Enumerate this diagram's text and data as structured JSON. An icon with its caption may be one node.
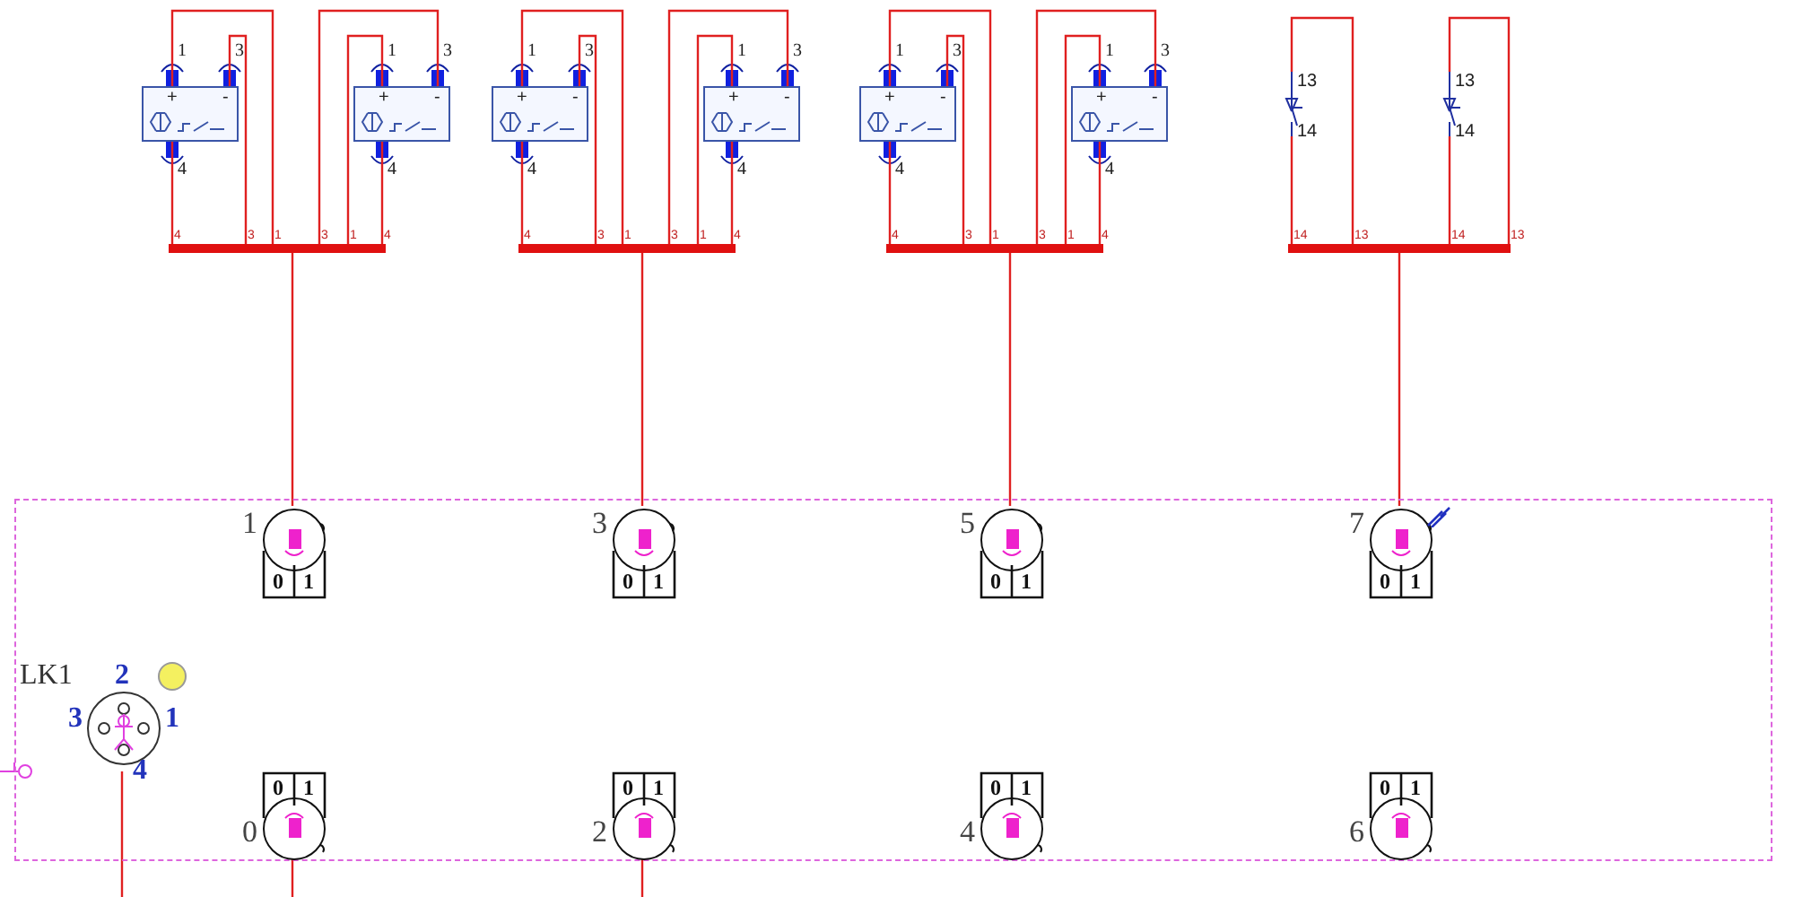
{
  "diagram": {
    "nodes": [
      {
        "text": [
          "+",
          "-"
        ],
        "beside": [
          "1",
          "3",
          "4"
        ]
      },
      {
        "text": [
          "+",
          "-"
        ],
        "beside": [
          "1",
          "3",
          "4"
        ]
      },
      {
        "text": [
          "+",
          "-"
        ],
        "beside": [
          "1",
          "3",
          "4"
        ]
      },
      {
        "text": [
          "+",
          "-"
        ],
        "beside": [
          "1",
          "3",
          "4"
        ]
      },
      {
        "text": [
          "+",
          "-"
        ],
        "beside": [
          "1",
          "3",
          "4"
        ]
      },
      {
        "text": [
          "+",
          "-"
        ],
        "beside": [
          "1",
          "3",
          "4"
        ]
      },
      {
        "text": [],
        "shape": "switch",
        "beside": [
          "13",
          "14"
        ]
      },
      {
        "text": [],
        "shape": "switch",
        "beside": [
          "13",
          "14"
        ]
      },
      {
        "text": [],
        "shape": "bar",
        "beside": [
          "4",
          "3",
          "1",
          "3",
          "1",
          "4"
        ]
      },
      {
        "text": [],
        "shape": "bar",
        "beside": [
          "4",
          "3",
          "1",
          "3",
          "1",
          "4"
        ]
      },
      {
        "text": [],
        "shape": "bar",
        "beside": [
          "4",
          "3",
          "1",
          "3",
          "1",
          "4"
        ]
      },
      {
        "text": [],
        "shape": "bar",
        "beside": [
          "14",
          "13",
          "14",
          "13"
        ]
      },
      {
        "text": [],
        "shape": "box"
      },
      {
        "text": [
          "0",
          "1"
        ],
        "beside": [
          "1"
        ],
        "in": 12
      },
      {
        "text": [
          "0",
          "1"
        ],
        "beside": [
          "3"
        ],
        "in": 12
      },
      {
        "text": [
          "0",
          "1"
        ],
        "beside": [
          "5"
        ],
        "in": 12
      },
      {
        "text": [
          "0",
          "1"
        ],
        "beside": [
          "7"
        ],
        "in": 12
      },
      {
        "text": [
          "2",
          "3",
          "1",
          "4"
        ],
        "beside": [
          "LK1"
        ],
        "in": 12
      },
      {
        "text": [],
        "shape": "circle",
        "in": 12
      },
      {
        "text": [
          "0",
          "1"
        ],
        "beside": [
          "0"
        ],
        "in": 12
      },
      {
        "text": [
          "0",
          "1"
        ],
        "beside": [
          "2"
        ],
        "in": 12
      },
      {
        "text": [
          "0",
          "1"
        ],
        "beside": [
          "4"
        ],
        "in": 12
      },
      {
        "text": [
          "0",
          "1"
        ],
        "beside": [
          "6"
        ],
        "in": 12
      }
    ],
    "edges": [
      {
        "from": 0,
        "to": 8,
        "arrow": "none"
      },
      {
        "from": 0,
        "to": 8,
        "arrow": "none"
      },
      {
        "from": 0,
        "to": 8,
        "arrow": "none"
      },
      {
        "from": 1,
        "to": 8,
        "arrow": "none"
      },
      {
        "from": 1,
        "to": 8,
        "arrow": "none"
      },
      {
        "from": 1,
        "to": 8,
        "arrow": "none"
      },
      {
        "from": 2,
        "to": 9,
        "arrow": "none"
      },
      {
        "from": 2,
        "to": 9,
        "arrow": "none"
      },
      {
        "from": 2,
        "to": 9,
        "arrow": "none"
      },
      {
        "from": 3,
        "to": 9,
        "arrow": "none"
      },
      {
        "from": 3,
        "to": 9,
        "arrow": "none"
      },
      {
        "from": 3,
        "to": 9,
        "arrow": "none"
      },
      {
        "from": 4,
        "to": 10,
        "arrow": "none"
      },
      {
        "from": 4,
        "to": 10,
        "arrow": "none"
      },
      {
        "from": 4,
        "to": 10,
        "arrow": "none"
      },
      {
        "from": 5,
        "to": 10,
        "arrow": "none"
      },
      {
        "from": 5,
        "to": 10,
        "arrow": "none"
      },
      {
        "from": 5,
        "to": 10,
        "arrow": "none"
      },
      {
        "from": 6,
        "to": 11,
        "arrow": "none"
      },
      {
        "from": 6,
        "to": 11,
        "arrow": "none"
      },
      {
        "from": 7,
        "to": 11,
        "arrow": "none"
      },
      {
        "from": 7,
        "to": 11,
        "arrow": "none"
      },
      {
        "from": 8,
        "to": 13,
        "arrow": "none"
      },
      {
        "from": 9,
        "to": 14,
        "arrow": "none"
      },
      {
        "from": 10,
        "to": 15,
        "arrow": "none"
      },
      {
        "from": 11,
        "to": 16,
        "arrow": "none"
      },
      {
        "from": 19,
        "to": null,
        "arrow": "none"
      },
      {
        "from": 20,
        "to": null,
        "arrow": "none"
      },
      {
        "from": 17,
        "to": null,
        "arrow": "none"
      }
    ]
  }
}
